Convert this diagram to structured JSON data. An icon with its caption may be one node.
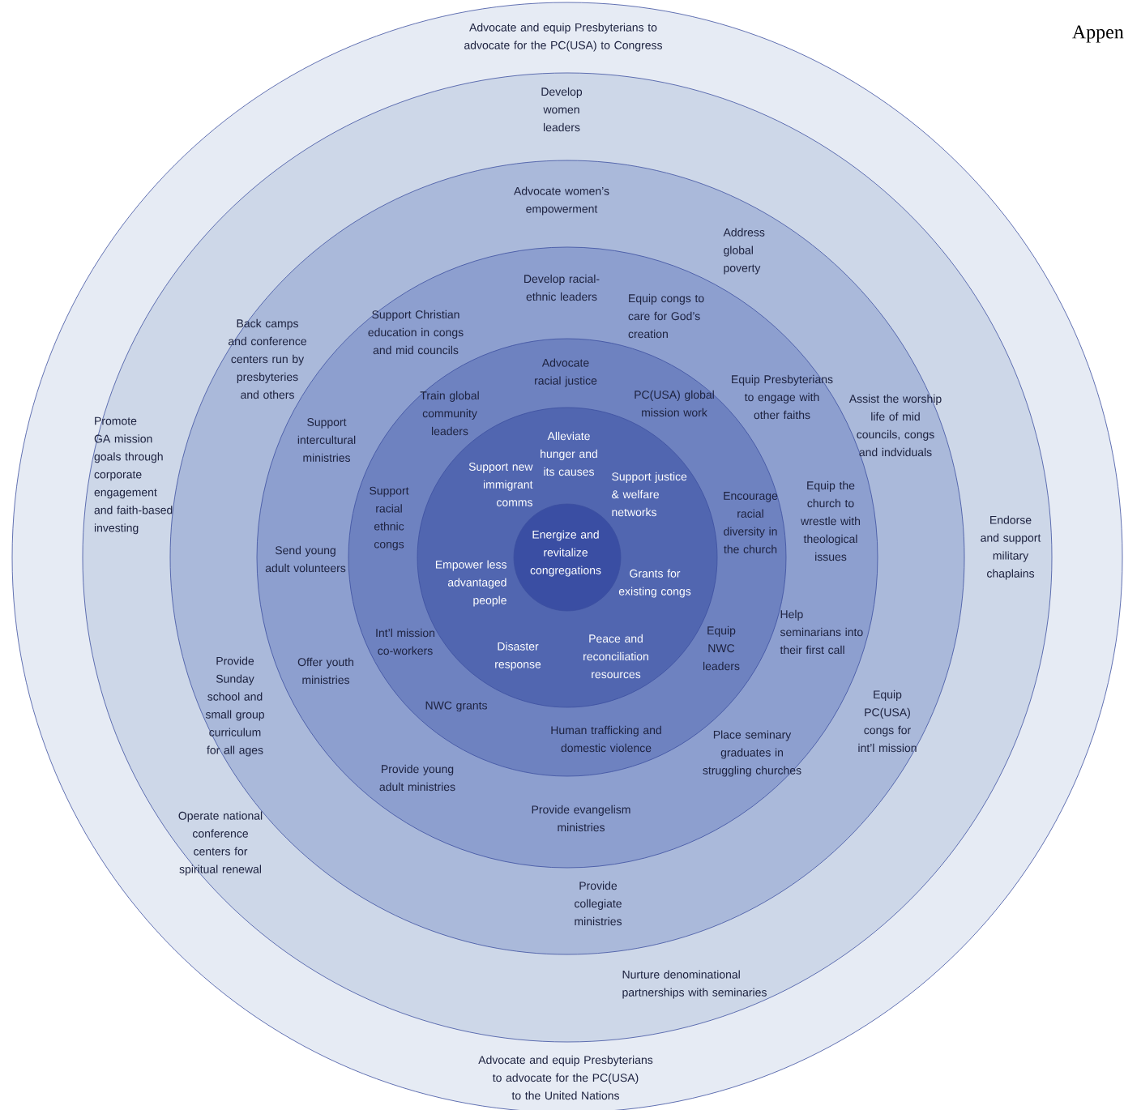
{
  "diagram": {
    "nodes": [
      {
        "text": [
          "Advocate and equip Presbyterians to advocate for the PC(USA) to Congress",
          "Advocate and equip Presbyterians to advocate for the PC(USA) to the United Nations"
        ]
      },
      {
        "text": [
          "Develop women leaders",
          "Promote GA mission goals through corporate engagement and faith-based investing",
          "Endorse and support military chaplains",
          "Operate national conference centers for spiritual renewal",
          "Nurture denominational partnerships with seminaries"
        ],
        "in": 0
      },
      {
        "text": [
          "Advocate women’s empowerment",
          "Address global poverty",
          "Back camps and conference centers run by presbyteries and others",
          "Assist the worship life of mid councils, congs and indviduals",
          "Provide Sunday school and small group curriculum for all ages",
          "Equip PC(USA) congs for int’l mission",
          "Provide collegiate ministries"
        ],
        "in": 1
      },
      {
        "text": [
          "Develop racial-ethnic leaders",
          "Support Christian education in congs and mid councils",
          "Equip congs to care for God’s creation",
          "Equip Presbyterians to engage with other faiths",
          "Support intercultural ministries",
          "Equip the church to wrestle with theological issues",
          "Send young adult volunteers",
          "Help seminarians into their first call",
          "Offer youth ministries",
          "Place seminary graduates in struggling churches",
          "Provide young adult ministries",
          "Provide evangelism ministries"
        ],
        "in": 2
      },
      {
        "text": [
          "Advocate racial justice",
          "Train global community leaders",
          "PC(USA) global mission work",
          "Support racial ethnic congs",
          "Encourage racial diversity in the church",
          "Int’l mission co-workers",
          "Equip NWC leaders",
          "NWC grants",
          "Human trafficking and domestic violence"
        ],
        "in": 3
      },
      {
        "text": [
          "Alleviate hunger and its causes",
          "Support new immigrant comms",
          "Support justice & welfare networks",
          "Empower less advantaged people",
          "Grants for existing congs",
          "Disaster response",
          "Peace and reconciliation resources"
        ],
        "in": 4
      },
      {
        "text": [
          "Energize and revitalize congregations"
        ],
        "in": 5
      }
    ],
    "labels": [
      "Appen"
    ]
  }
}
